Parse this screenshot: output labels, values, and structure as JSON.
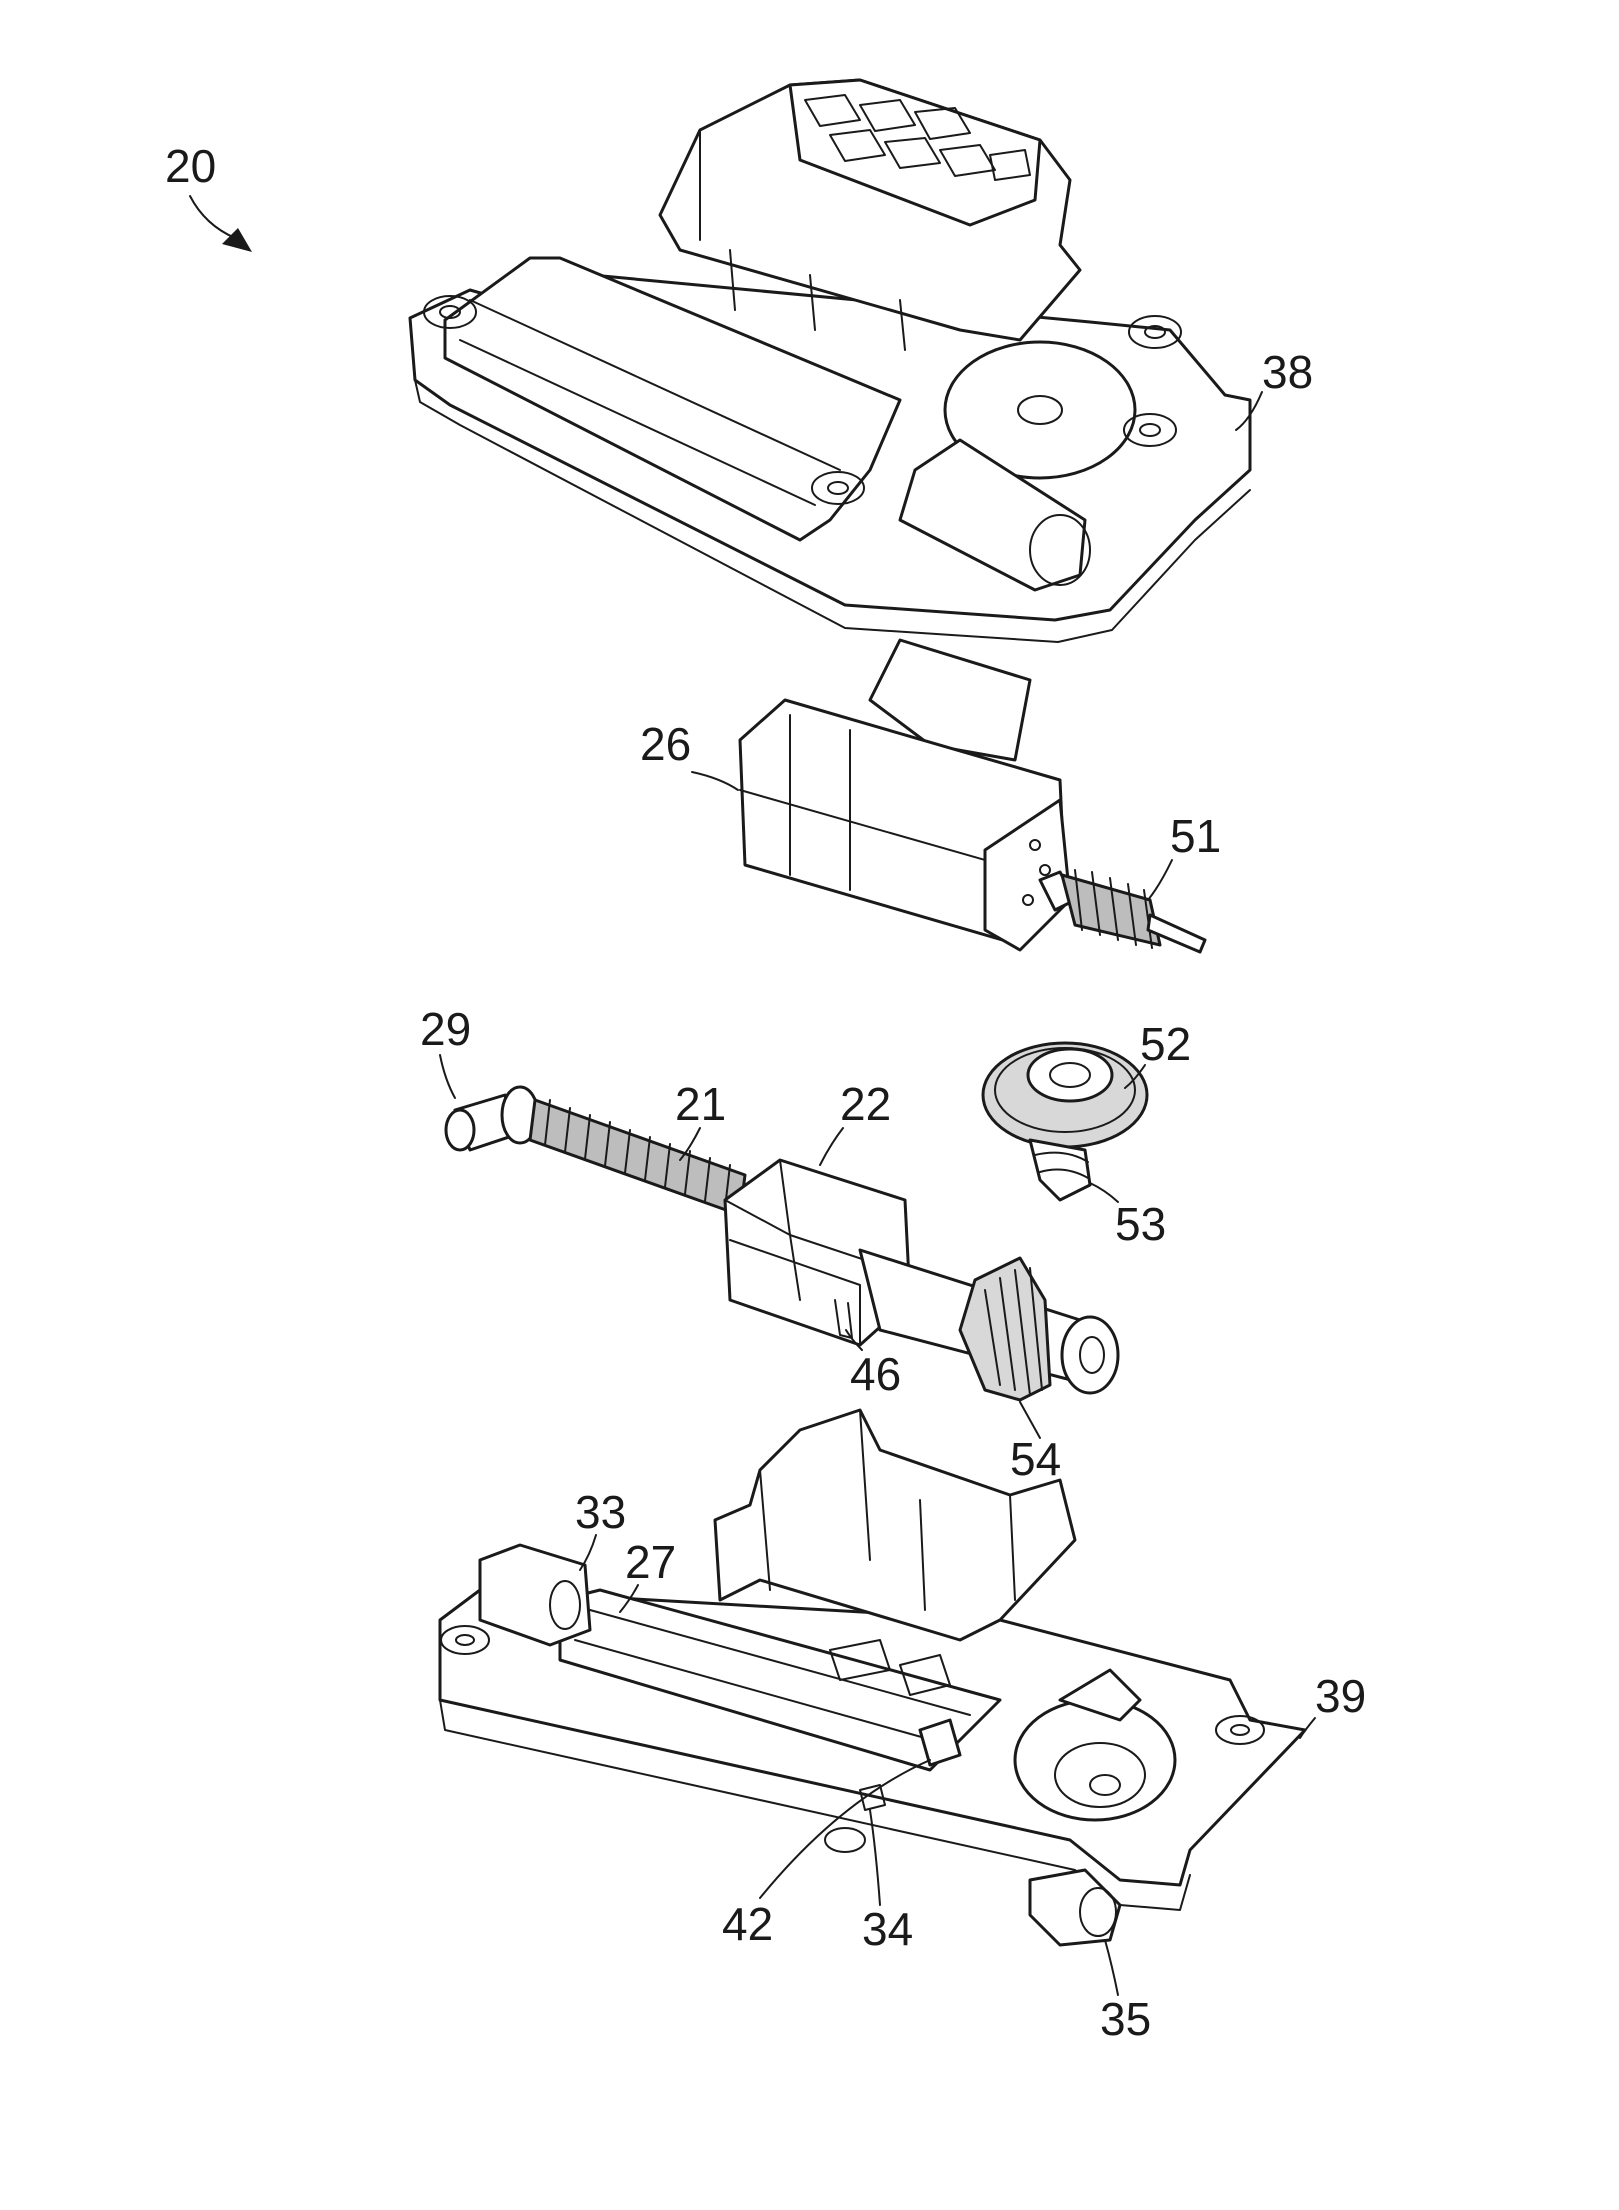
{
  "figure": {
    "labels": {
      "assembly": "20",
      "cover": "38",
      "motor": "26",
      "worm": "51",
      "gear": "52",
      "gear_worm": "53",
      "shaft_end": "29",
      "spindle": "21",
      "nut": "22",
      "nut_slot": "46",
      "pinion": "54",
      "bearing_seat_left": "33",
      "channel": "27",
      "base": "39",
      "stop": "42",
      "clip": "34",
      "bearing_seat_bottom": "35"
    }
  }
}
